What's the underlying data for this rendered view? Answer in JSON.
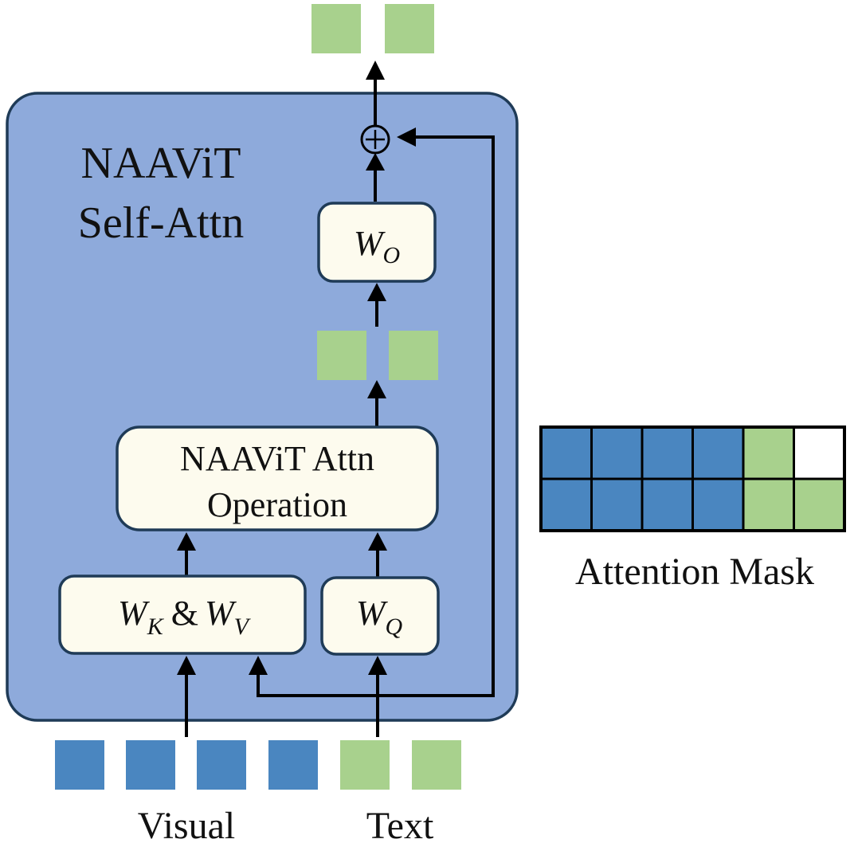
{
  "block": {
    "title_line1": "NAAViT",
    "title_line2": "Self-Attn"
  },
  "boxes": {
    "wo": {
      "base": "W",
      "sub": "O"
    },
    "attn_line1": "NAAViT Attn",
    "attn_line2": "Operation",
    "wkv": {
      "base1": "W",
      "sub1": "K",
      "amp": "&",
      "base2": "W",
      "sub2": "V"
    },
    "wq": {
      "base": "W",
      "sub": "Q"
    }
  },
  "residual_add_symbol": "+",
  "tokens": {
    "inputs": [
      "visual",
      "visual",
      "visual",
      "visual",
      "text",
      "text"
    ],
    "intermediate": [
      "text",
      "text"
    ],
    "outputs": [
      "text",
      "text"
    ]
  },
  "input_labels": {
    "visual": "Visual",
    "text": "Text"
  },
  "attention_mask": {
    "label": "Attention Mask",
    "rows": [
      [
        "visual",
        "visual",
        "visual",
        "visual",
        "text",
        "empty"
      ],
      [
        "visual",
        "visual",
        "visual",
        "visual",
        "text",
        "text"
      ]
    ]
  },
  "colors": {
    "block_fill": "#8eaadb",
    "block_stroke": "#1f3b57",
    "box_fill": "#fdfbee",
    "visual_token": "#4a86c0",
    "text_token": "#a8d18d",
    "empty_token": "#ffffff",
    "line": "#000000"
  }
}
